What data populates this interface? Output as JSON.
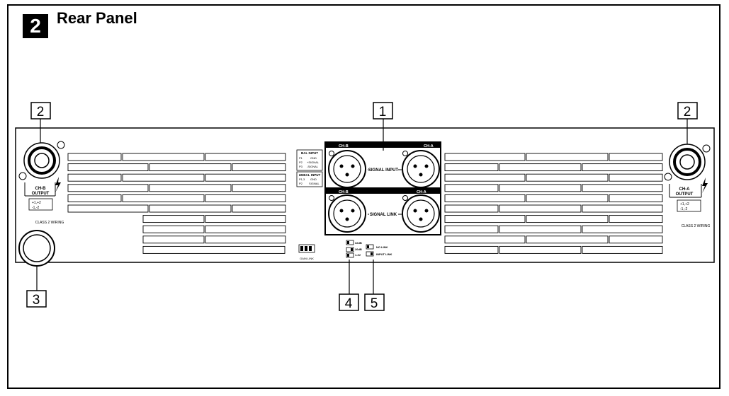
{
  "header": {
    "number": "2",
    "title": "Rear Panel"
  },
  "callouts": [
    "1",
    "2",
    "2",
    "3",
    "4",
    "5"
  ],
  "outputs": {
    "left": {
      "label_line1": "CH-B",
      "label_line2": "OUTPUT",
      "wiring": "CLASS 2 WIRING",
      "pin_a": "+1,+2",
      "pin_b": "-1,-2"
    },
    "right": {
      "label_line1": "CH-A",
      "label_line2": "OUTPUT",
      "wiring": "CLASS 2 WIRING",
      "pin_a": "+1,+2",
      "pin_b": "-1,-2"
    }
  },
  "input_table": {
    "bal_title": "BAL INPUT",
    "bal_rows": [
      [
        "P1",
        "GND"
      ],
      [
        "P2",
        "+SIGNAL"
      ],
      [
        "P3",
        "-SIGNAL"
      ]
    ],
    "unbal_title": "UNBAL INPUT",
    "unbal_rows": [
      [
        "P1,3",
        "GND"
      ],
      [
        "P2",
        "SIGNAL"
      ]
    ]
  },
  "xlr_panel": {
    "top_left": "CH-B",
    "top_right": "CH-A",
    "top_center": "SIGNAL INPUT",
    "bottom_left": "CH-B",
    "bottom_right": "CH-A",
    "bottom_center": "SIGNAL LINK"
  },
  "switches": {
    "gain_link": "GAIN LINK",
    "sensitivity": [
      "32dB",
      "26dB",
      "1.4V"
    ],
    "link": [
      "NO LINK",
      "INPUT LINK"
    ]
  }
}
